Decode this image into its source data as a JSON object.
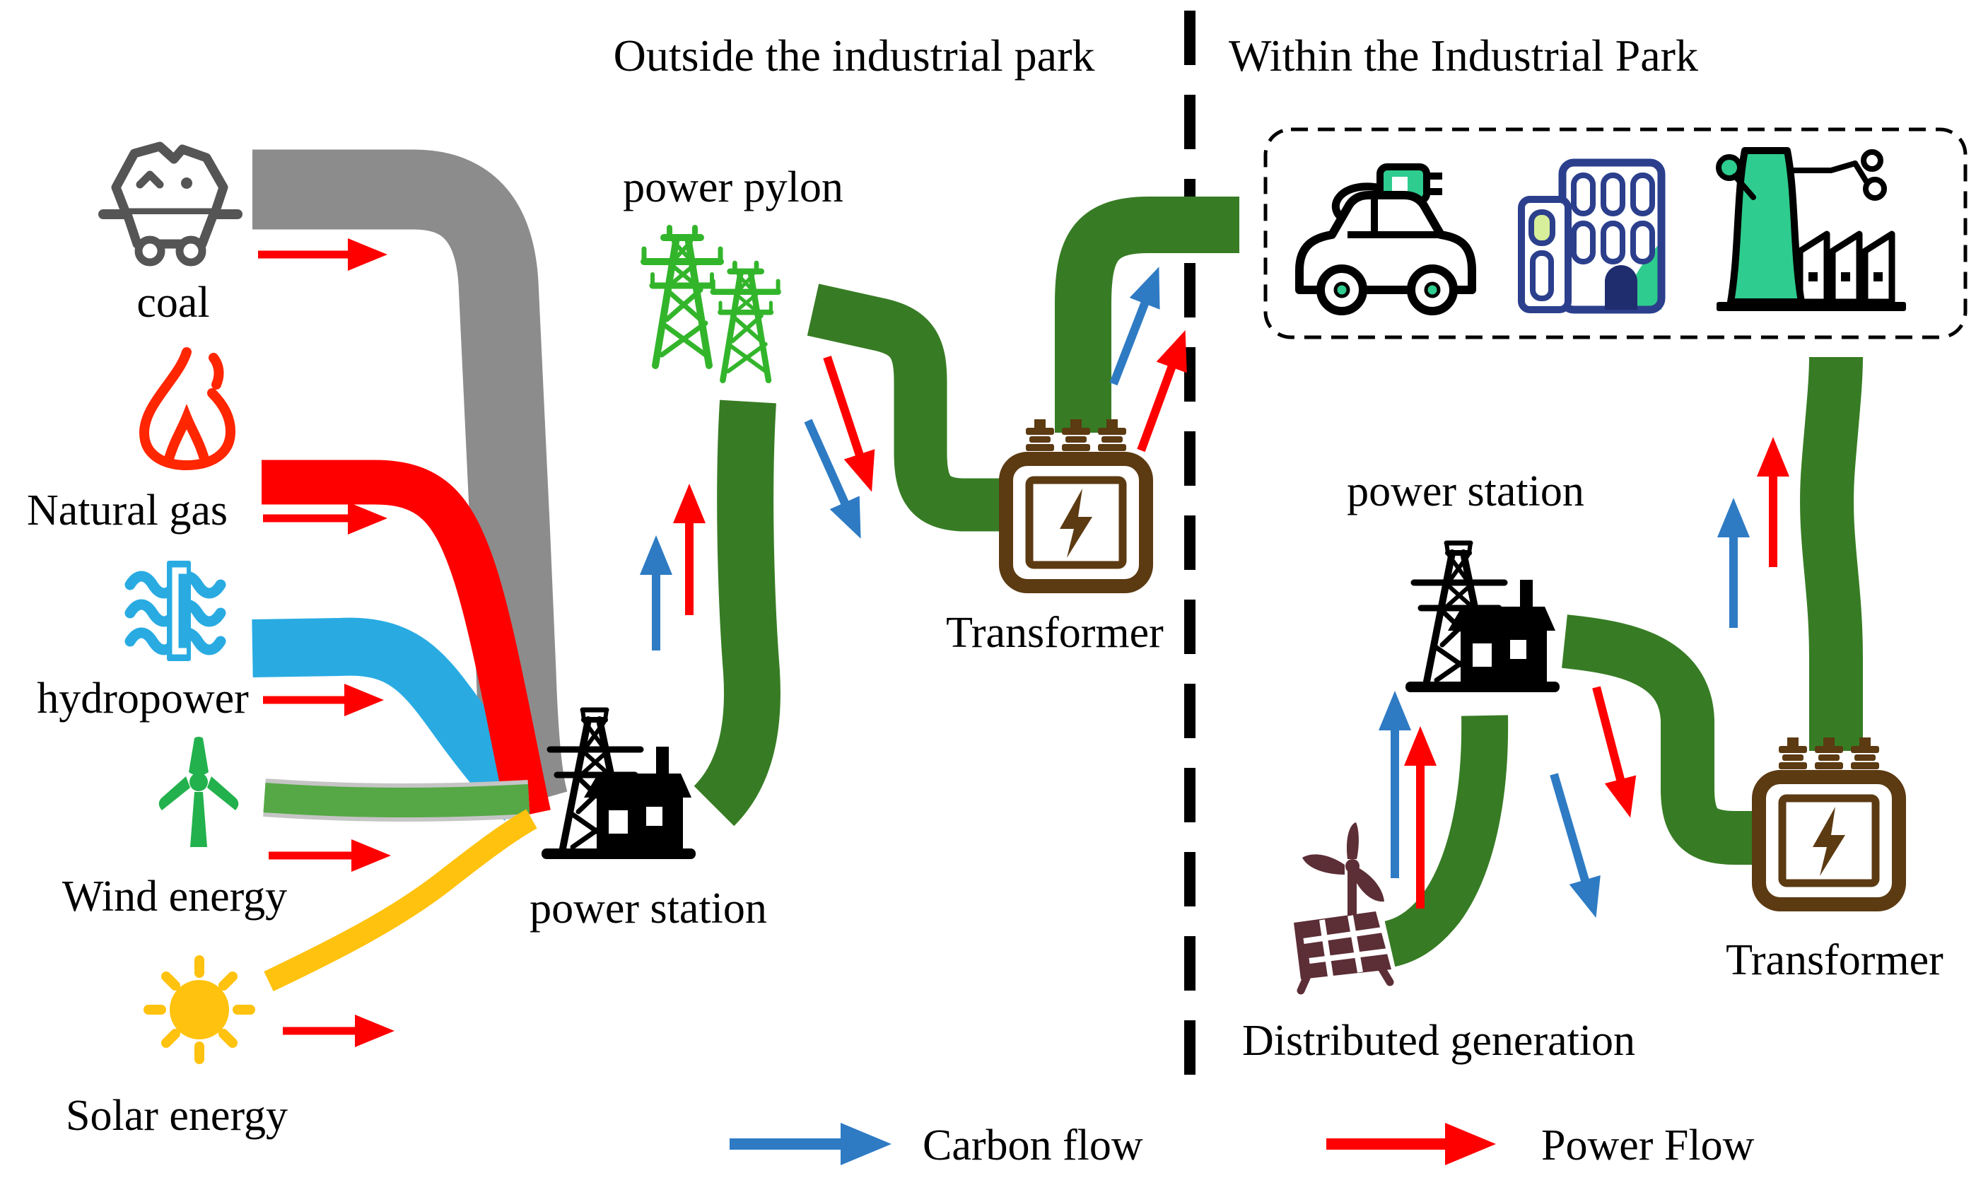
{
  "titles": {
    "outside": "Outside the industrial park",
    "within": "Within the Industrial Park"
  },
  "sources": [
    {
      "id": "coal",
      "label": "coal"
    },
    {
      "id": "natural-gas",
      "label": "Natural gas"
    },
    {
      "id": "hydropower",
      "label": "hydropower"
    },
    {
      "id": "wind-energy",
      "label": "Wind energy"
    },
    {
      "id": "solar-energy",
      "label": "Solar energy"
    }
  ],
  "outside": {
    "power_pylon": "power pylon",
    "power_station": "power station",
    "transformer": "Transformer"
  },
  "inside": {
    "power_station": "power station",
    "distributed_generation": "Distributed generation",
    "transformer": "Transformer"
  },
  "legend": {
    "carbon_flow": "Carbon flow",
    "power_flow": "Power Flow"
  },
  "colors": {
    "band_coal": "#8C8C8C",
    "band_gas": "#FF0000",
    "band_hydro": "#29ABE2",
    "band_wind": "#55A845",
    "band_wind_edge": "#C5C5C5",
    "band_solar": "#FFC20E",
    "flow_green": "#377C24",
    "arrow_red": "#FF0000",
    "arrow_blue": "#2E7BC4",
    "pylon_green": "#33B52B",
    "station_black": "#000000",
    "transformer_brown": "#5C3A12",
    "dg_maroon": "#5C2E36",
    "coal_icon_gray": "#555555",
    "flame_red": "#FF2600",
    "hydro_blue": "#29ABE2",
    "wind_green": "#22B14C",
    "sun_yellow": "#FFC20E",
    "park_green": "#2ECC8E",
    "building_navy": "#2B3F8C",
    "building_door_navy": "#1F2D6E",
    "building_window_green": "#D7EE9A",
    "text_black": "#000000"
  }
}
